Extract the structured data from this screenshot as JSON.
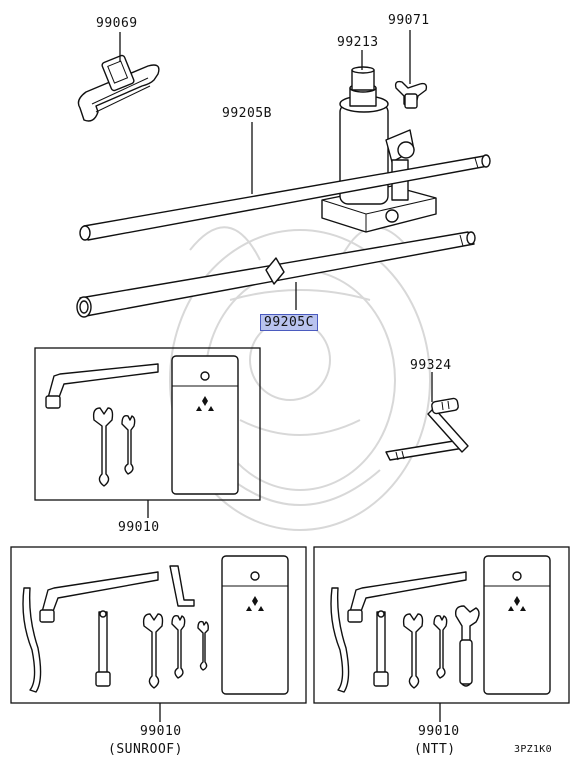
{
  "labels": {
    "p99069": "99069",
    "p99071": "99071",
    "p99213": "99213",
    "p99205b": "99205B",
    "p99205c": "99205C",
    "p99324": "99324",
    "p99010_a": "99010",
    "p99010_b": "99010",
    "p99010_b_note": "(SUNROOF)",
    "p99010_c": "99010",
    "p99010_c_note": "(NTT)",
    "ref_code": "3PZ1K0"
  },
  "colors": {
    "highlight_bg": "#b9c3ef",
    "highlight_border": "#4b5bbf",
    "ink": "#111111",
    "watermark": "#d8d8d8"
  },
  "icons": {
    "brand_logo": "three-diamond-logo",
    "watermark": "samurai-helmet-watermark"
  }
}
